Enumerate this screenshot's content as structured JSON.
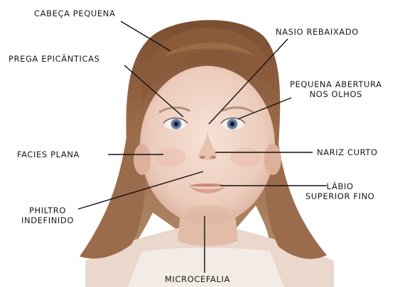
{
  "labels": {
    "cabeca": "CABEÇA PEQUENA",
    "nasio": "NASIO REBAIXADO",
    "prega": "PREGA EPICÂNTICAS",
    "abertura_1": "PEQUENA ABERTURA",
    "abertura_2": "NOS OLHOS",
    "facies": "FACIES PLANA",
    "nariz": "NARIZ CURTO",
    "labio_1": "LÁBIO",
    "labio_2": "SUPERIOR FINO",
    "philtro_1": "PHILTRO",
    "philtro_2": "INDEFINIDO",
    "micro": "MICROCEFALIA"
  },
  "colors": {
    "hair": "#8a5a3a",
    "hair_dark": "#5e3a22",
    "skin": "#efd2c2",
    "skin_shadow": "#dcb4a0",
    "iris": "#6f8fb0",
    "lips": "#d79a8a",
    "leader": "#111111"
  }
}
